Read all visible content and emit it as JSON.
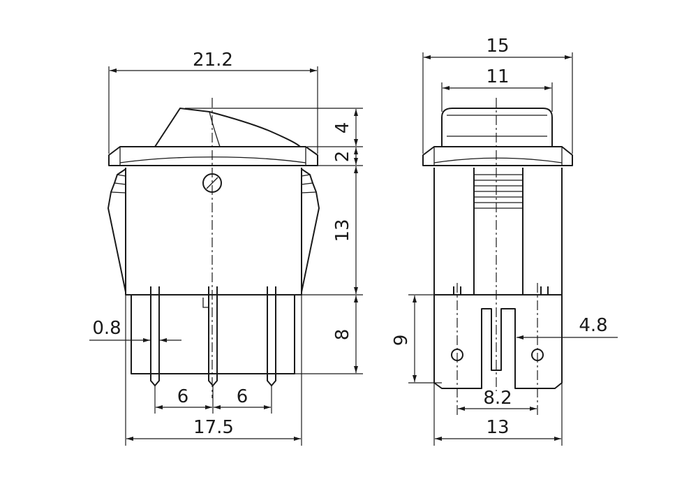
{
  "front_view": {
    "total_width": "21.2",
    "rocker_height": "4",
    "bezel_height": "2",
    "body_height": "13",
    "terminal_length": "8",
    "terminal_thickness": "0.8",
    "terminal_pitch_left": "6",
    "terminal_pitch_right": "6",
    "body_width": "17.5"
  },
  "side_view": {
    "total_width": "15",
    "rocker_width": "11",
    "terminal_height": "9",
    "terminal_width": "4.8",
    "terminal_spacing": "8.2",
    "body_width": "13"
  }
}
